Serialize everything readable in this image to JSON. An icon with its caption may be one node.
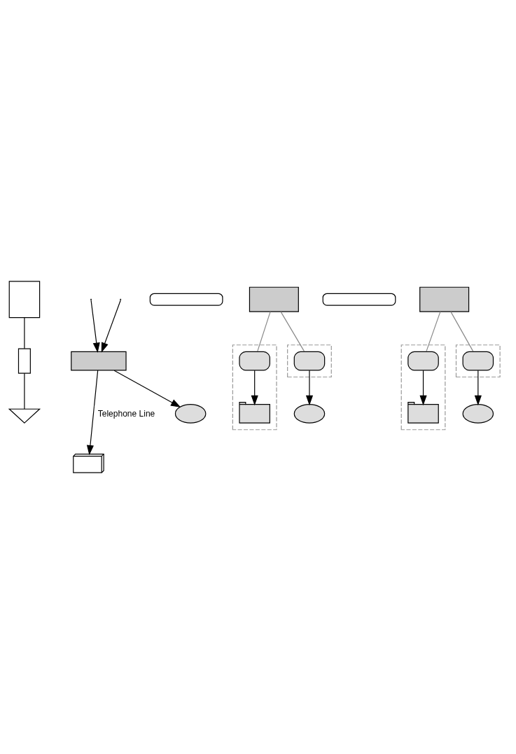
{
  "diagram": {
    "nodes": [
      {
        "text": [],
        "shape": "box"
      },
      {
        "text": [],
        "shape": "box"
      },
      {
        "text": [],
        "shape": "ground"
      },
      {
        "text": [],
        "shape": "box"
      },
      {
        "text": [],
        "shape": "phone"
      },
      {
        "text": [],
        "shape": "cloud"
      },
      {
        "text": [],
        "shape": "box"
      },
      {
        "text": [],
        "shape": "box"
      },
      {
        "text": [],
        "shape": "box"
      },
      {
        "text": [],
        "shape": "cloud"
      },
      {
        "text": [],
        "shape": "switch",
        "in": 8
      },
      {
        "text": [],
        "shape": "box"
      },
      {
        "text": [],
        "shape": "switch",
        "in": 11
      },
      {
        "text": [],
        "shape": "monitor",
        "in": 11
      },
      {
        "text": [],
        "shape": "box"
      },
      {
        "text": [],
        "shape": "box"
      },
      {
        "text": [],
        "shape": "box"
      },
      {
        "text": [],
        "shape": "cloud"
      },
      {
        "text": [],
        "shape": "switch",
        "in": 16
      },
      {
        "text": [],
        "shape": "box"
      },
      {
        "text": [],
        "shape": "switch",
        "in": 19
      },
      {
        "text": [],
        "shape": "monitor",
        "in": 19
      }
    ],
    "edges": [
      {
        "from": 0,
        "to": 1,
        "arrow": "none"
      },
      {
        "from": 1,
        "to": 2,
        "arrow": "none"
      },
      {
        "from": null,
        "to": 3,
        "arrow": "to"
      },
      {
        "from": null,
        "to": 3,
        "arrow": "to"
      },
      {
        "from": 3,
        "to": 4,
        "arrow": "to",
        "label": "Telephone Line"
      },
      {
        "from": 3,
        "to": 5,
        "arrow": "to"
      },
      {
        "from": 7,
        "to": 10,
        "arrow": "none",
        "color": "#888888"
      },
      {
        "from": 10,
        "to": 9,
        "arrow": "to"
      },
      {
        "from": 7,
        "to": 12,
        "arrow": "none",
        "color": "#888888"
      },
      {
        "from": 12,
        "to": 13,
        "arrow": "to"
      },
      {
        "from": 15,
        "to": 18,
        "arrow": "none",
        "color": "#888888"
      },
      {
        "from": 18,
        "to": 17,
        "arrow": "to"
      },
      {
        "from": 15,
        "to": 20,
        "arrow": "none",
        "color": "#888888"
      },
      {
        "from": 20,
        "to": 21,
        "arrow": "to"
      }
    ]
  }
}
